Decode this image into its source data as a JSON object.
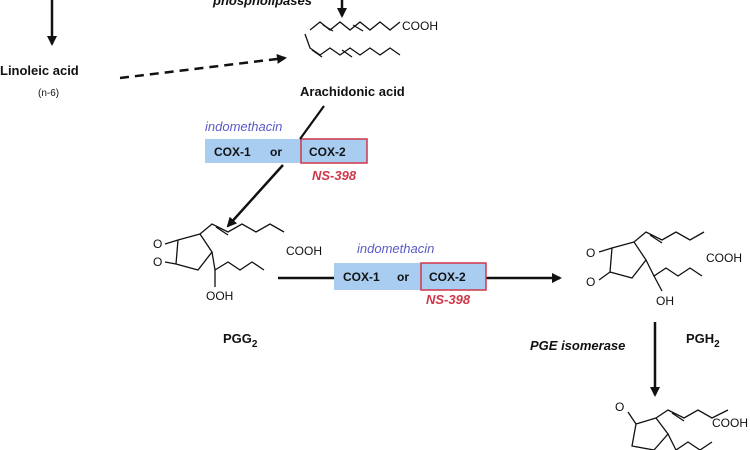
{
  "enzymes": {
    "phospholipases": "phospholipases",
    "pge_isomerase": "PGE isomerase"
  },
  "compounds": {
    "linoleic_acid": "Linoleic acid",
    "linoleic_note": "(n-6)",
    "arachidonic_acid": "Arachidonic acid",
    "pgg2": "PGG",
    "pgh2": "PGH",
    "subscript": "2"
  },
  "inhibitors": {
    "nonselective": "indomethacin",
    "selective": "NS-398"
  },
  "cox_box": {
    "cox1": "COX-1",
    "or": "or",
    "cox2": "COX-2"
  },
  "atoms": {
    "cooh": "COOH",
    "ooh": "OOH",
    "oh": "OH",
    "o": "O"
  },
  "colors": {
    "box_fill": "#a9cdf0",
    "cox2_border": "#d0364a",
    "inhibitor_text": "#5a5ac8",
    "selective_text": "#d0364a"
  }
}
